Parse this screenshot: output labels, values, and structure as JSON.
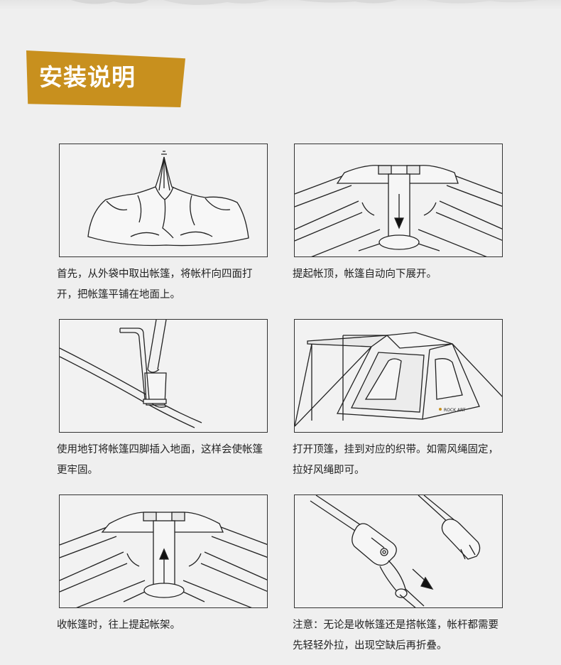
{
  "banner": {
    "title": "安装说明",
    "color": "#c8901e"
  },
  "steps": [
    {
      "illustration": "tent-folded-on-ground",
      "caption": "首先，从外袋中取出帐篷，将帐杆向四面打开，把帐篷平铺在地面上。"
    },
    {
      "illustration": "hub-lift-up-arrow-down",
      "caption": "提起帐顶，帐篷自动向下展开。"
    },
    {
      "illustration": "ground-stake-in-foot",
      "caption": "使用地钉将帐篷四脚插入地面，这样会使帐篷更牢固。"
    },
    {
      "illustration": "tent-with-awning",
      "caption": "打开顶篷，挂到对应的织带。如需风绳固定，拉好风绳即可。"
    },
    {
      "illustration": "hub-collapse-arrow-up",
      "caption": "收帐篷时，往上提起帐架。"
    },
    {
      "illustration": "pole-joint-pull",
      "caption": "注意：无论是收帐篷还是搭帐篷，帐杆都需要先轻轻外拉，出现空缺后再折叠。"
    }
  ],
  "tent_logo": "ROCK ART"
}
